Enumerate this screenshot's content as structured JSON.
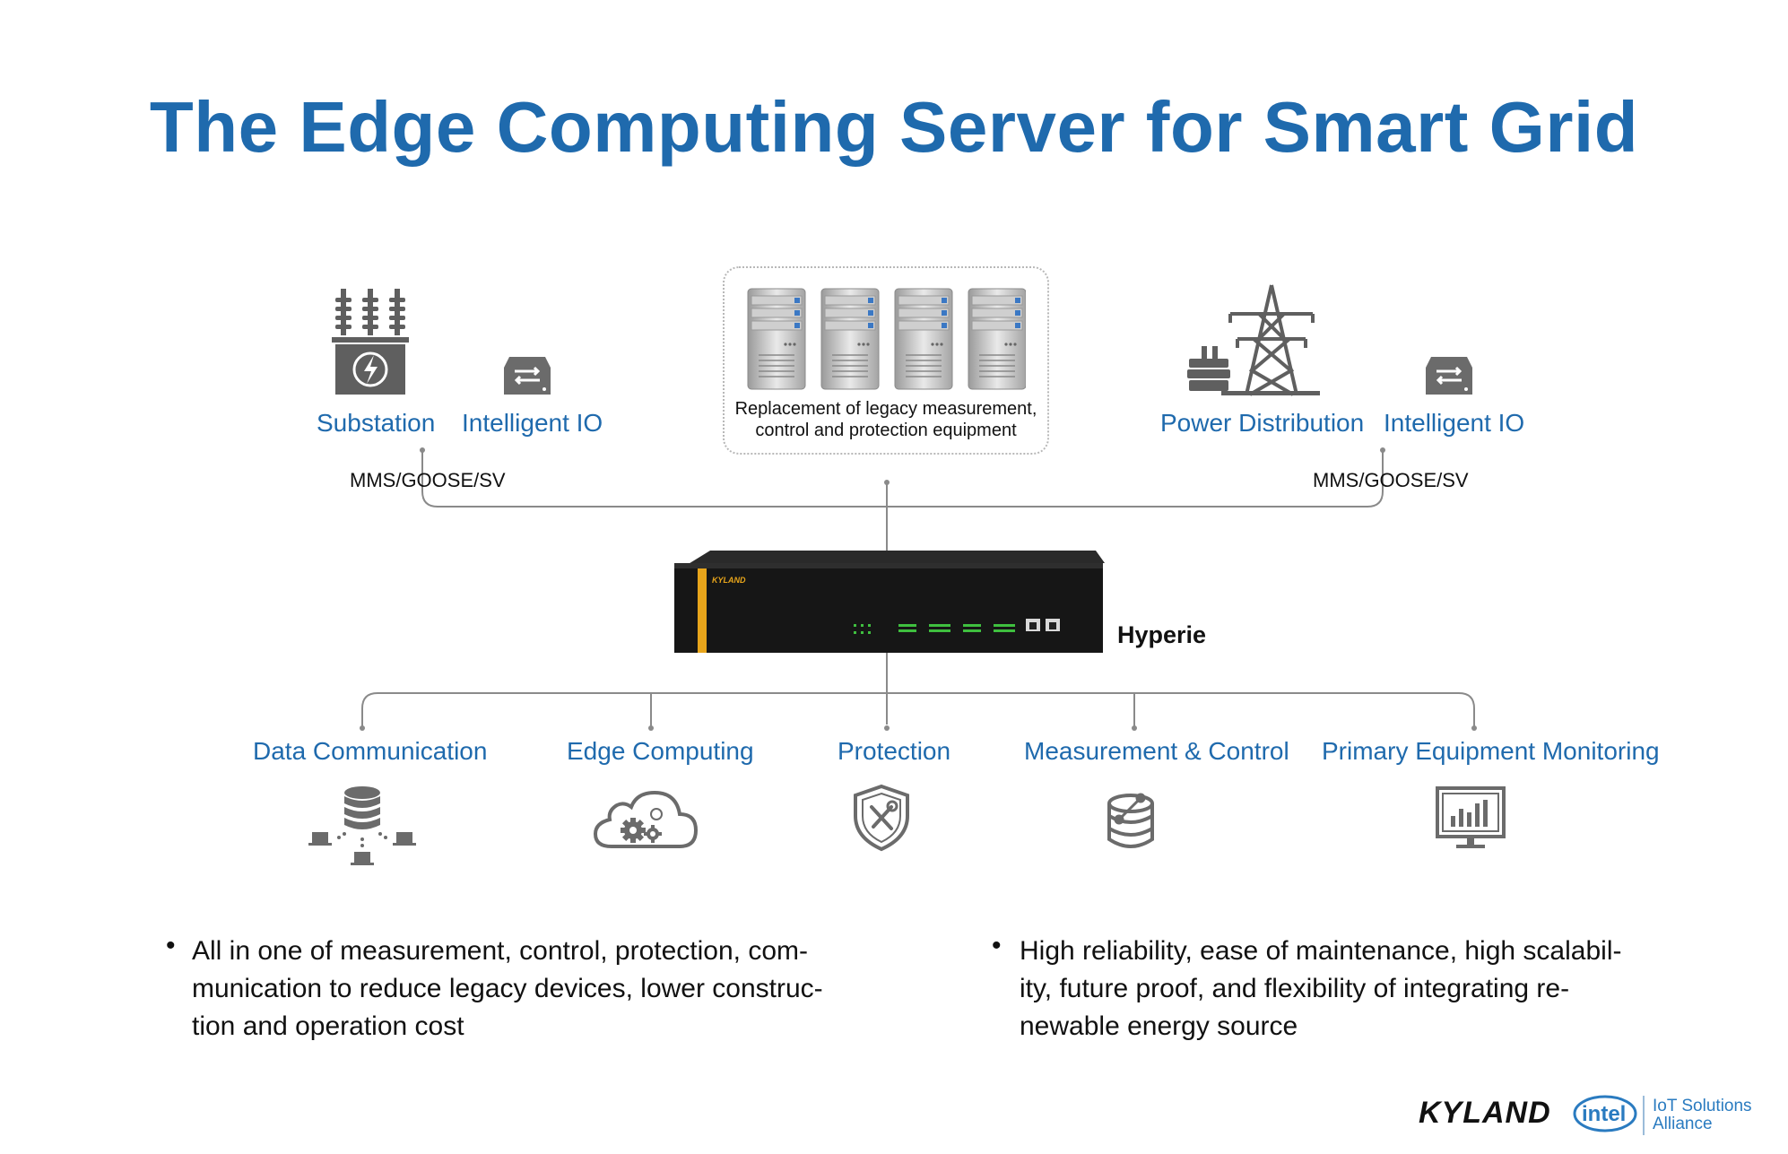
{
  "title": "The Edge Computing Server for Smart Grid",
  "top_nodes": {
    "substation": "Substation",
    "intelligent_io_left": "Intelligent IO",
    "power_distribution": "Power Distribution",
    "intelligent_io_right": "Intelligent IO",
    "protocol_left": "MMS/GOOSE/SV",
    "protocol_right": "MMS/GOOSE/SV"
  },
  "legacy": {
    "text_line1": "Replacement of legacy measurement,",
    "text_line2": "control and protection equipment"
  },
  "device": {
    "name": "Hyperie",
    "brand": "KYLAND"
  },
  "functions": [
    {
      "label": "Data Communication",
      "icon": "database-network-icon"
    },
    {
      "label": "Edge Computing",
      "icon": "cloud-gears-icon"
    },
    {
      "label": "Protection",
      "icon": "shield-tools-icon"
    },
    {
      "label": "Measurement & Control",
      "icon": "database-gauge-icon"
    },
    {
      "label": "Primary Equipment Monitoring",
      "icon": "monitor-chart-icon"
    }
  ],
  "bullets": [
    {
      "line1": "All in one of  measurement, control, protection, com-",
      "line2": "munication to reduce legacy devices, lower construc-",
      "line3": "tion and operation cost"
    },
    {
      "line1": "High reliability, ease of maintenance, high scalabil-",
      "line2": "ity, future proof, and flexibility of integrating re-",
      "line3": "newable energy source"
    }
  ],
  "footer": {
    "kyland_logo": "KYLAND",
    "intel_logo": "intel",
    "alliance_line1": "IoT Solutions",
    "alliance_line2": "Alliance"
  },
  "colors": {
    "title_blue": "#1f6aad",
    "label_blue": "#1f6aad",
    "icon_gray": "#6b6b6b",
    "line_gray": "#8a8a8a",
    "device_accent": "#e8a51b"
  }
}
